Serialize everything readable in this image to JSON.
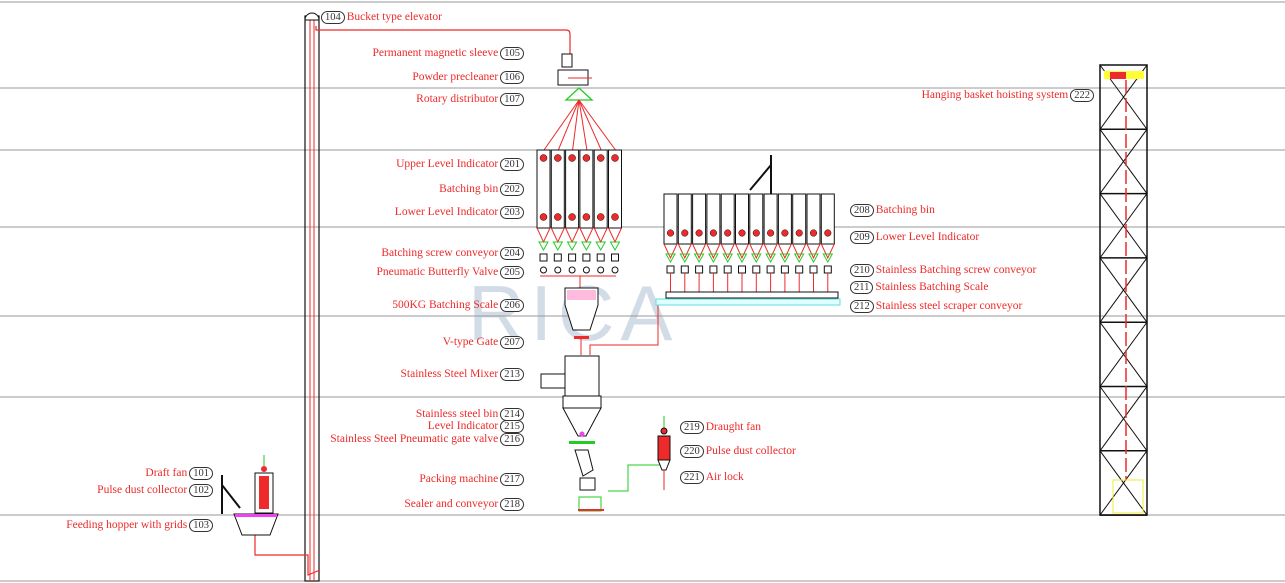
{
  "watermark": "RICA",
  "colors": {
    "label": "#ee2a2a",
    "pipe": "#ee2a2a",
    "air": "#22cc22",
    "frame": "#111111",
    "grid": "#888888",
    "highlight": "#ffee33"
  },
  "labels": [
    {
      "id": "104",
      "text": "Bucket type elevator"
    },
    {
      "id": "105",
      "text": "Permanent magnetic sleeve"
    },
    {
      "id": "106",
      "text": "Powder precleaner"
    },
    {
      "id": "107",
      "text": "Rotary distributor"
    },
    {
      "id": "201",
      "text": "Upper Level Indicator"
    },
    {
      "id": "202",
      "text": "Batching bin"
    },
    {
      "id": "203",
      "text": "Lower Level Indicator"
    },
    {
      "id": "204",
      "text": "Batching screw conveyor"
    },
    {
      "id": "205",
      "text": "Pneumatic Butterfly Valve"
    },
    {
      "id": "206",
      "text": "500KG Batching Scale"
    },
    {
      "id": "207",
      "text": "V-type Gate"
    },
    {
      "id": "213",
      "text": "Stainless Steel Mixer"
    },
    {
      "id": "214",
      "text": "Stainless steel bin"
    },
    {
      "id": "215",
      "text": "Level Indicator"
    },
    {
      "id": "216",
      "text": "Stainless Steel Pneumatic gate valve"
    },
    {
      "id": "217",
      "text": "Packing machine"
    },
    {
      "id": "218",
      "text": "Sealer and conveyor"
    },
    {
      "id": "208",
      "text": "Batching bin"
    },
    {
      "id": "209",
      "text": "Lower Level Indicator"
    },
    {
      "id": "210",
      "text": "Stainless Batching screw conveyor"
    },
    {
      "id": "211",
      "text": "Stainless Batching Scale"
    },
    {
      "id": "212",
      "text": "Stainless steel scraper conveyor"
    },
    {
      "id": "219",
      "text": "Draught fan"
    },
    {
      "id": "220",
      "text": "Pulse dust collector"
    },
    {
      "id": "221",
      "text": "Air lock"
    },
    {
      "id": "222",
      "text": "Hanging basket hoisting system"
    },
    {
      "id": "101",
      "text": "Draft fan"
    },
    {
      "id": "102",
      "text": "Pulse dust collector"
    },
    {
      "id": "103",
      "text": "Feeding hopper with grids"
    }
  ]
}
